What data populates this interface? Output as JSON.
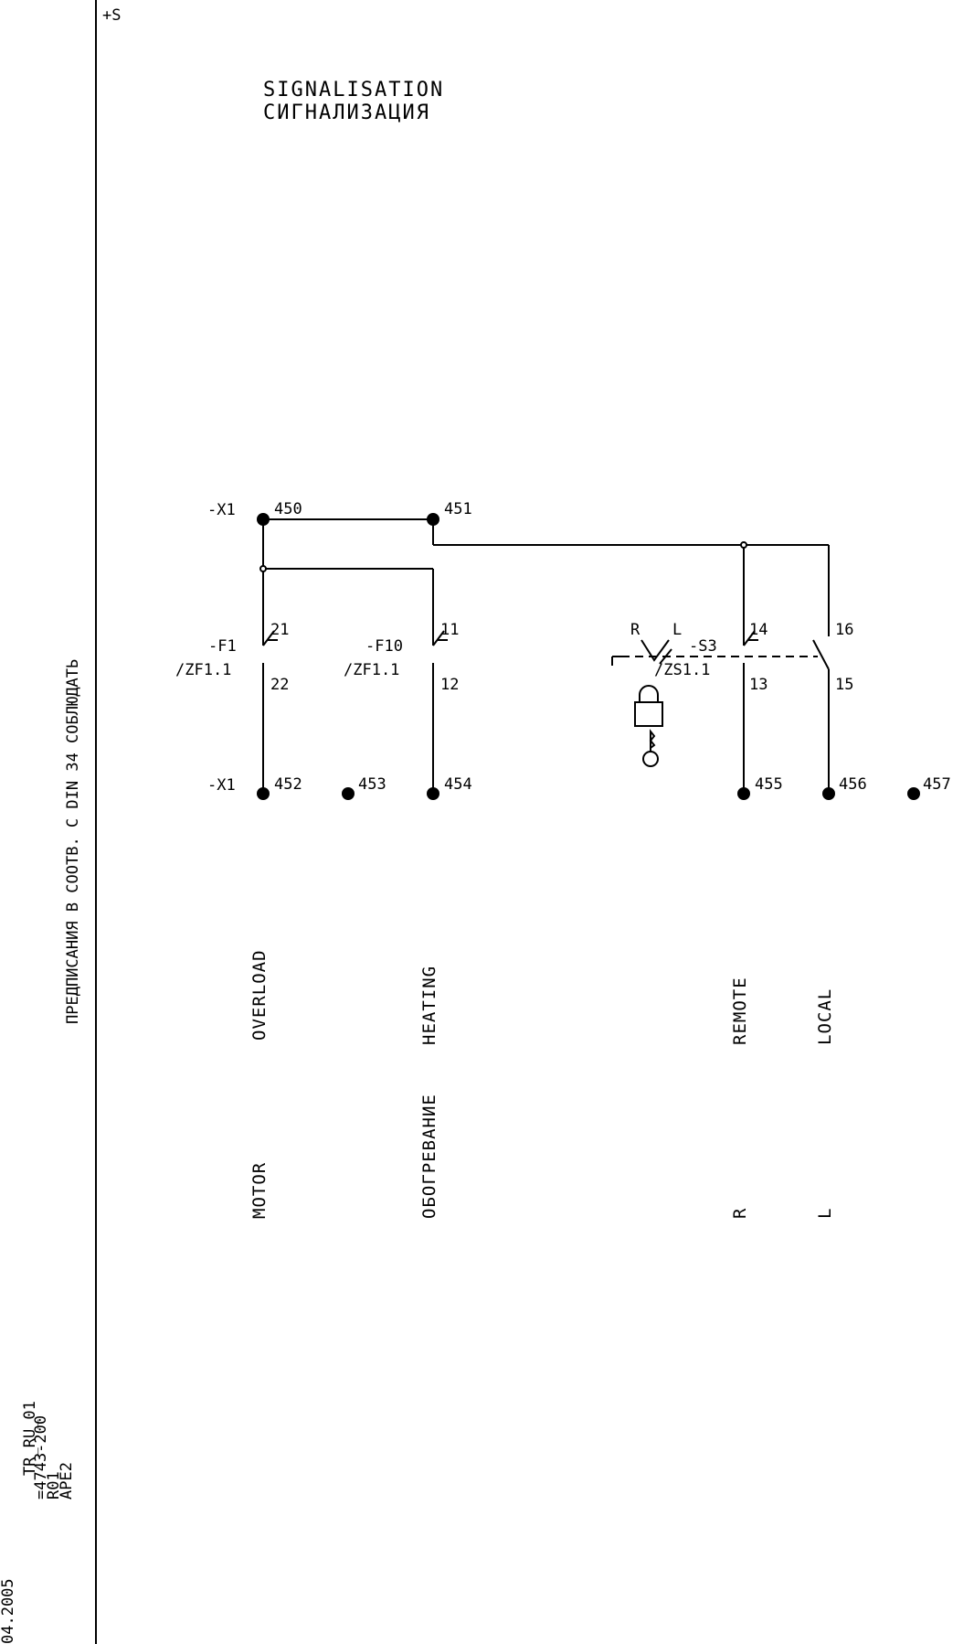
{
  "sheet": {
    "location_tag": "+S",
    "title_line1": "SIGNALISATION",
    "title_line2": "СИГНАЛИЗАЦИЯ",
    "side_note": "ПРЕДПИСАНИЯ В СООТВ. С  DIN 34 СОБЛЮДАТЬ",
    "title_block": [
      "TR_RU_01",
      "=4743-200",
      "R01",
      "APE2"
    ],
    "date_fragment": "04.2005"
  },
  "terminals": {
    "strip_top": "-X1",
    "strip_bottom": "-X1",
    "t450": "450",
    "t451": "451",
    "t452": "452",
    "t453": "453",
    "t454": "454",
    "t455": "455",
    "t456": "456",
    "t457": "457"
  },
  "devices": {
    "f1_name": "-F1",
    "f1_ref": "/ZF1.1",
    "f1_pin_top": "21",
    "f1_pin_bottom": "22",
    "f10_name": "-F10",
    "f10_ref": "/ZF1.1",
    "f10_pin_top": "11",
    "f10_pin_bottom": "12",
    "s3_name": "-S3",
    "s3_ref": "/ZS1.1",
    "s3_pos_r": "R",
    "s3_pos_l": "L",
    "s3_pin_14": "14",
    "s3_pin_13": "13",
    "s3_pin_16": "16",
    "s3_pin_15": "15"
  },
  "signals": {
    "motor": "MOTOR",
    "overload": "OVERLOAD",
    "heating_ru": "ОБОГРЕВАНИЕ",
    "heating": "HEATING",
    "remote": "REMOTE",
    "remote_short": "R",
    "local": "LOCAL",
    "local_short": "L"
  }
}
